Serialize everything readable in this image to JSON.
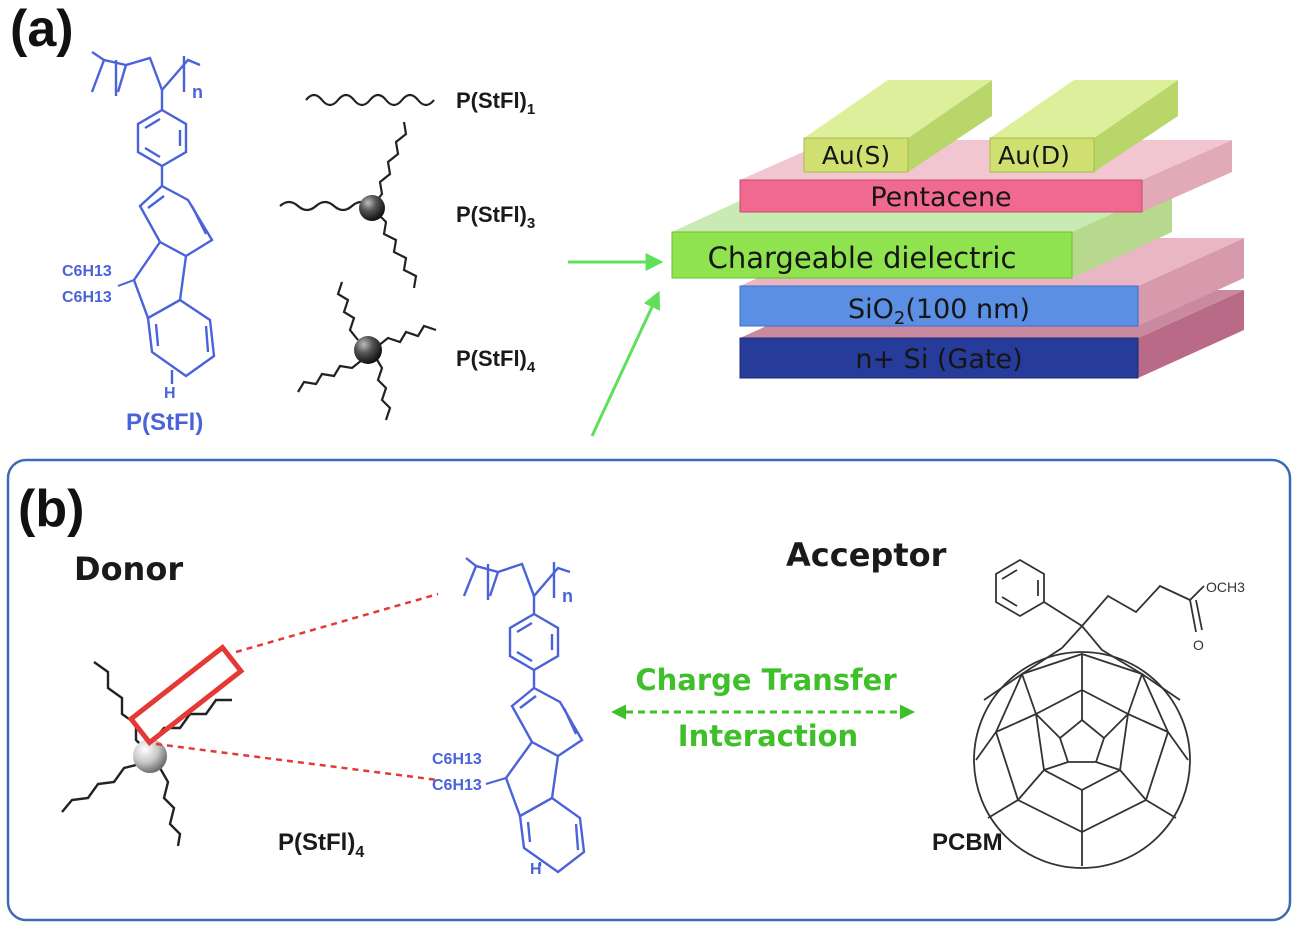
{
  "panel_a": {
    "letter": "(a)",
    "polymer": {
      "label": "P(StFl)",
      "repeat_subscript": "n",
      "substituent_1": "C6H13",
      "substituent_2": "C6H13",
      "terminal_atom": "H"
    },
    "architectures": [
      {
        "base": "P(StFl)",
        "sub": "1"
      },
      {
        "base": "P(StFl)",
        "sub": "3"
      },
      {
        "base": "P(StFl)",
        "sub": "4"
      }
    ],
    "device_layers": {
      "source": "Au(S)",
      "drain": "Au(D)",
      "semiconductor": "Pentacene",
      "dielectric": "Chargeable dielectric",
      "oxide_prefix": "SiO",
      "oxide_sub": "2",
      "oxide_suffix": "(100 nm)",
      "gate": "n+ Si (Gate)"
    }
  },
  "panel_b": {
    "letter": "(b)",
    "donor_label": "Donor",
    "acceptor_label": "Acceptor",
    "star_polymer": {
      "base": "P(StFl)",
      "sub": "4"
    },
    "monomer": {
      "repeat_subscript": "n",
      "substituent_1": "C6H13",
      "substituent_2": "C6H13",
      "terminal_atom": "H"
    },
    "interaction_line1": "Charge Transfer",
    "interaction_line2": "Interaction",
    "acceptor_name": "PCBM",
    "ester_group": "OCH3",
    "carbonyl_o": "O"
  },
  "colors": {
    "chem_blue": "#4a63d8",
    "arrow_green": "#5fe05a",
    "interaction_green": "#3fbf2a",
    "highlight_red": "#e53935",
    "panel_border": "#3b6bb0",
    "gold": "#cfe070",
    "pentacene": "#ef6a8e",
    "dielectric": "#8fe34e",
    "sio2": "#5b8fe3",
    "gate": "#273c9a",
    "pink_layer": "#f2a9b9"
  }
}
